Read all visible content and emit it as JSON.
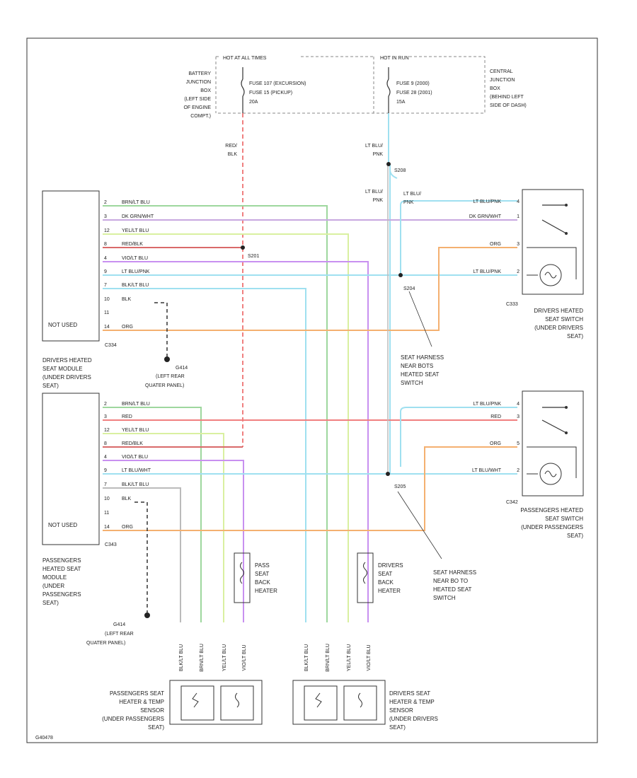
{
  "header": {
    "hot_at_all_times": "HOT AT ALL TIMES",
    "hot_in_run": "HOT IN RUN"
  },
  "battery_junction_box": [
    "BATTERY",
    "JUNCTION",
    "BOX",
    "(LEFT SIDE",
    "OF ENGINE",
    "COMPT.)"
  ],
  "fuse_left": [
    "FUSE 107 (EXCURSION)",
    "FUSE 15 (PICKUP)",
    "20A"
  ],
  "fuse_right": [
    "FUSE 9 (2000)",
    "FUSE 28 (2001)",
    "15A"
  ],
  "central_junction_box": [
    "CENTRAL",
    "JUNCTION",
    "BOX",
    "(BEHIND LEFT",
    "SIDE OF DASH)"
  ],
  "wire_labels": {
    "red_blk_top": [
      "RED/",
      "BLK"
    ],
    "lt_blu_pnk_1": [
      "LT BLU/",
      "PNK"
    ],
    "lt_blu_pnk_2": [
      "LT BLU/",
      "PNK"
    ],
    "lt_blu_pnk_3": [
      "LT BLU/",
      "PNK"
    ]
  },
  "splices": {
    "s208": "S208",
    "s201": "S201",
    "s204": "S204",
    "s205": "S205"
  },
  "driver_module": {
    "pins": [
      {
        "num": "2",
        "wire": "BRN/LT BLU"
      },
      {
        "num": "3",
        "wire": "DK GRN/WHT"
      },
      {
        "num": "12",
        "wire": "YEL/LT BLU"
      },
      {
        "num": "8",
        "wire": "RED/BLK"
      },
      {
        "num": "4",
        "wire": "VIO/LT BLU"
      },
      {
        "num": "9",
        "wire": "LT BLU/PNK"
      },
      {
        "num": "7",
        "wire": "BLK/LT BLU"
      },
      {
        "num": "10",
        "wire": "BLK"
      },
      {
        "num": "11",
        "wire": ""
      },
      {
        "num": "14",
        "wire": "ORG"
      }
    ],
    "not_used": "NOT USED",
    "connector": "C334",
    "caption": [
      "DRIVERS HEATED",
      "SEAT MODULE",
      "(UNDER DRIVERS",
      "SEAT)"
    ]
  },
  "passenger_module": {
    "pins": [
      {
        "num": "2",
        "wire": "BRN/LT BLU"
      },
      {
        "num": "3",
        "wire": "RED"
      },
      {
        "num": "12",
        "wire": "YEL/LT BLU"
      },
      {
        "num": "8",
        "wire": "RED/BLK"
      },
      {
        "num": "4",
        "wire": "VIO/LT BLU"
      },
      {
        "num": "9",
        "wire": "LT BLU/WHT"
      },
      {
        "num": "7",
        "wire": "BLK/LT BLU"
      },
      {
        "num": "10",
        "wire": "BLK"
      },
      {
        "num": "11",
        "wire": ""
      },
      {
        "num": "14",
        "wire": "ORG"
      }
    ],
    "not_used": "NOT USED",
    "connector": "C343",
    "caption": [
      "PASSENGERS",
      "HEATED SEAT",
      "MODULE",
      "(UNDER",
      "PASSENGERS",
      "SEAT)"
    ]
  },
  "ground_1": [
    "G414",
    "(LEFT REAR",
    "QUATER PANEL)"
  ],
  "ground_2": [
    "G414",
    "(LEFT REAR",
    "QUATER PANEL)"
  ],
  "driver_switch": {
    "pins": [
      {
        "num": "4",
        "wire": "LT BLU/PNK"
      },
      {
        "num": "1",
        "wire": "DK GRN/WHT"
      },
      {
        "num": "3",
        "wire": "ORG"
      },
      {
        "num": "2",
        "wire": "LT BLU/PNK"
      }
    ],
    "connector": "C333",
    "caption": [
      "DRIVERS HEATED",
      "SEAT SWITCH",
      "(UNDER DRIVERS",
      "SEAT)"
    ]
  },
  "passenger_switch": {
    "pins": [
      {
        "num": "4",
        "wire": "LT BLU/PNK"
      },
      {
        "num": "3",
        "wire": "RED"
      },
      {
        "num": "5",
        "wire": "ORG"
      },
      {
        "num": "2",
        "wire": "LT BLU/WHT"
      }
    ],
    "connector": "C342",
    "caption": [
      "PASSENGERS HEATED",
      "SEAT SWITCH",
      "(UNDER PASSENGERS",
      "SEAT)"
    ]
  },
  "harness_note_1": [
    "SEAT HARNESS",
    "NEAR BOTS",
    "HEATED SEAT",
    "SWITCH"
  ],
  "harness_note_2": [
    "SEAT HARNESS",
    "NEAR BO TO",
    "HEATED SEAT",
    "SWITCH"
  ],
  "pass_back_heater": [
    "PASS",
    "SEAT",
    "BACK",
    "HEATER"
  ],
  "drv_back_heater": [
    "DRIVERS",
    "SEAT",
    "BACK",
    "HEATER"
  ],
  "bottom_wires_left": [
    "BLK/LT BLU",
    "BRN/LT BLU",
    "YEL/LT BLU",
    "VIO/LT BLU"
  ],
  "bottom_wires_right": [
    "BLK/LT BLU",
    "BRN/LT BLU",
    "YEL/LT BLU",
    "VIO/LT BLU"
  ],
  "pass_cushion": [
    "PASSENGERS SEAT",
    "HEATER & TEMP",
    "SENSOR",
    "(UNDER PASSENGERS",
    "SEAT)"
  ],
  "drv_cushion": [
    "DRIVERS SEAT",
    "HEATER & TEMP",
    "SENSOR",
    "(UNDER DRIVERS",
    "SEAT)"
  ],
  "figure_id": "G40478",
  "colors": {
    "red": "#f08080",
    "red_blk": "#d96a6a",
    "green": "#9ed79e",
    "dkgrn": "#c8a8e0",
    "yel": "#d9f0a0",
    "vio": "#c890f0",
    "ltblu": "#9fe0f0",
    "blk": "#555555",
    "org": "#f4b070",
    "gray": "#bbbbbb"
  }
}
